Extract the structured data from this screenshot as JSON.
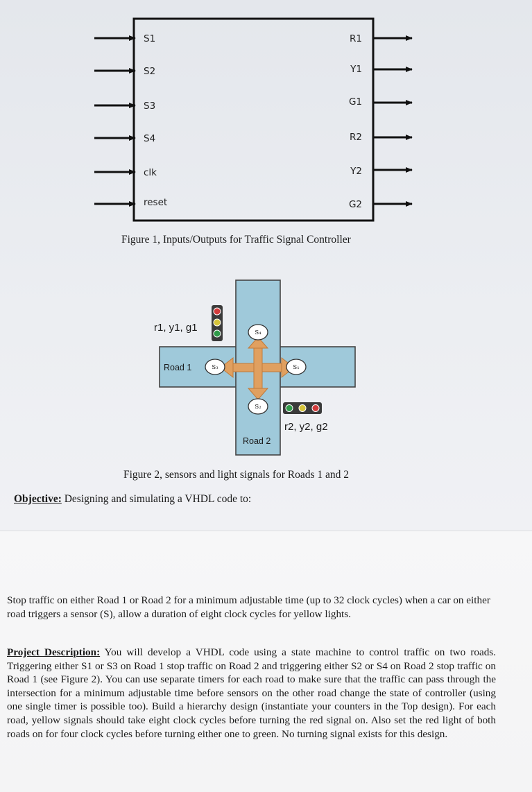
{
  "figure1": {
    "inputs": [
      "S1",
      "S2",
      "S3",
      "S4",
      "clk",
      "reset"
    ],
    "outputs": [
      "R1",
      "Y1",
      "G1",
      "R2",
      "Y2",
      "G2"
    ],
    "caption": "Figure 1, Inputs/Outputs for Traffic Signal Controller"
  },
  "figure2": {
    "light1_label": "r1, y1, g1",
    "light2_label": "r2, y2, g2",
    "road1_label": "Road 1",
    "road2_label": "Road 2",
    "sensors": {
      "s1": "S₁",
      "s2": "S₂",
      "s3": "S₃",
      "s4": "S₄"
    },
    "caption": "Figure 2, sensors and light signals for Roads 1 and 2",
    "colors": {
      "road": "#9fc9da",
      "arrow": "#e0a060",
      "light_red": "#d23c3c",
      "light_yellow": "#d6c43a",
      "light_green": "#2f9a48"
    }
  },
  "objective": {
    "label": "Objective:",
    "text": " Designing and simulating a VHDL code to:"
  },
  "requirement": "Stop traffic on either Road 1 or Road 2 for a minimum adjustable time (up to 32 clock cycles) when a car on either road triggers a sensor (S), allow a duration of eight clock cycles for yellow lights.",
  "project": {
    "label": "Project Description:",
    "text": " You will develop a VHDL code using a state machine to control traffic on two roads. Triggering either S1 or S3 on Road 1 stop traffic on Road 2 and triggering either S2 or S4 on Road 2 stop traffic on Road 1 (see Figure 2). You can use separate timers for each road to make sure that the traffic can pass through the intersection for a minimum adjustable time before sensors on the other road change the state of controller (using one single timer is possible too). Build a hierarchy design (instantiate your counters in the Top design). For each road, yellow signals should take eight clock cycles before turning the red signal on. Also set the red light of both roads on for four clock cycles before turning either one to green. No turning signal exists for this design."
  }
}
